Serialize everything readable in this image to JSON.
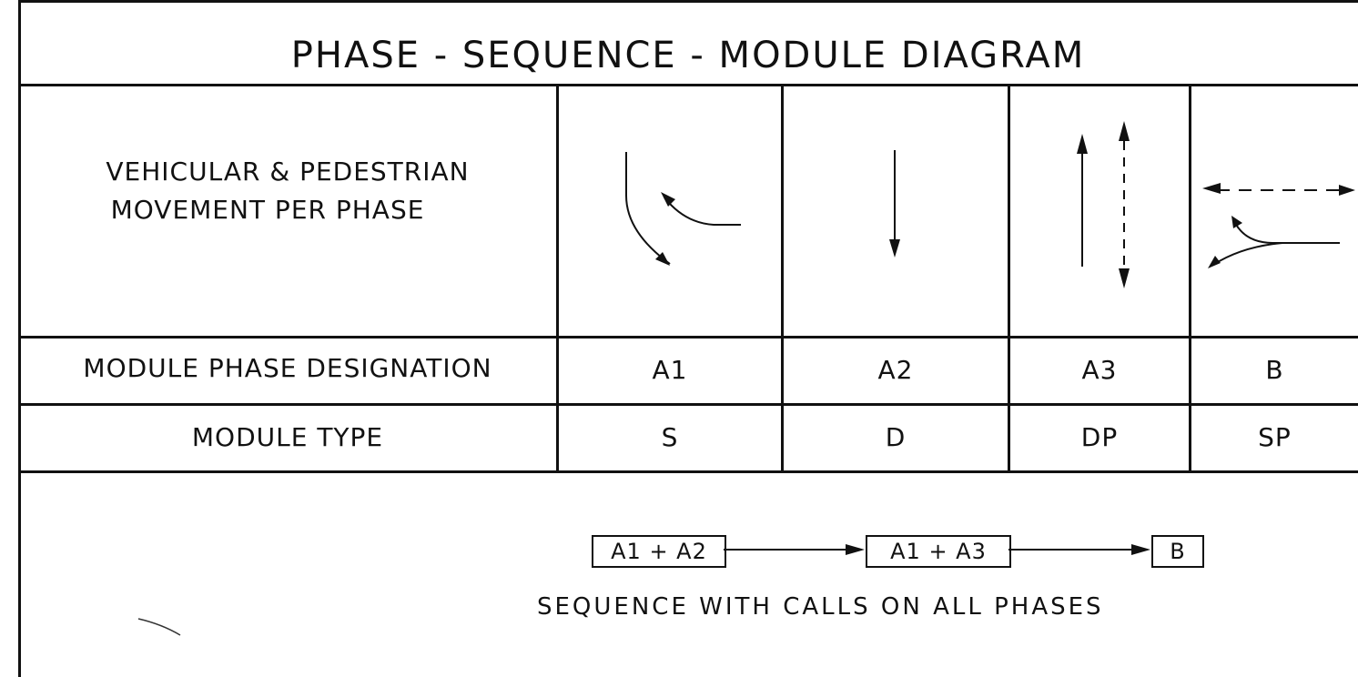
{
  "title": "PHASE - SEQUENCE - MODULE DIAGRAM",
  "rows": {
    "movement_label_line1": "VEHICULAR & PEDESTRIAN",
    "movement_label_line2": "MOVEMENT PER PHASE",
    "designation_label": "MODULE PHASE DESIGNATION",
    "type_label": "MODULE TYPE"
  },
  "phases": [
    {
      "designation": "A1",
      "type": "S"
    },
    {
      "designation": "A2",
      "type": "D"
    },
    {
      "designation": "A3",
      "type": "DP"
    },
    {
      "designation": "B",
      "type": "SP"
    }
  ],
  "sequence": {
    "steps": [
      "A1 + A2",
      "A1 + A3",
      "B"
    ],
    "caption": "SEQUENCE WITH CALLS ON ALL PHASES"
  }
}
